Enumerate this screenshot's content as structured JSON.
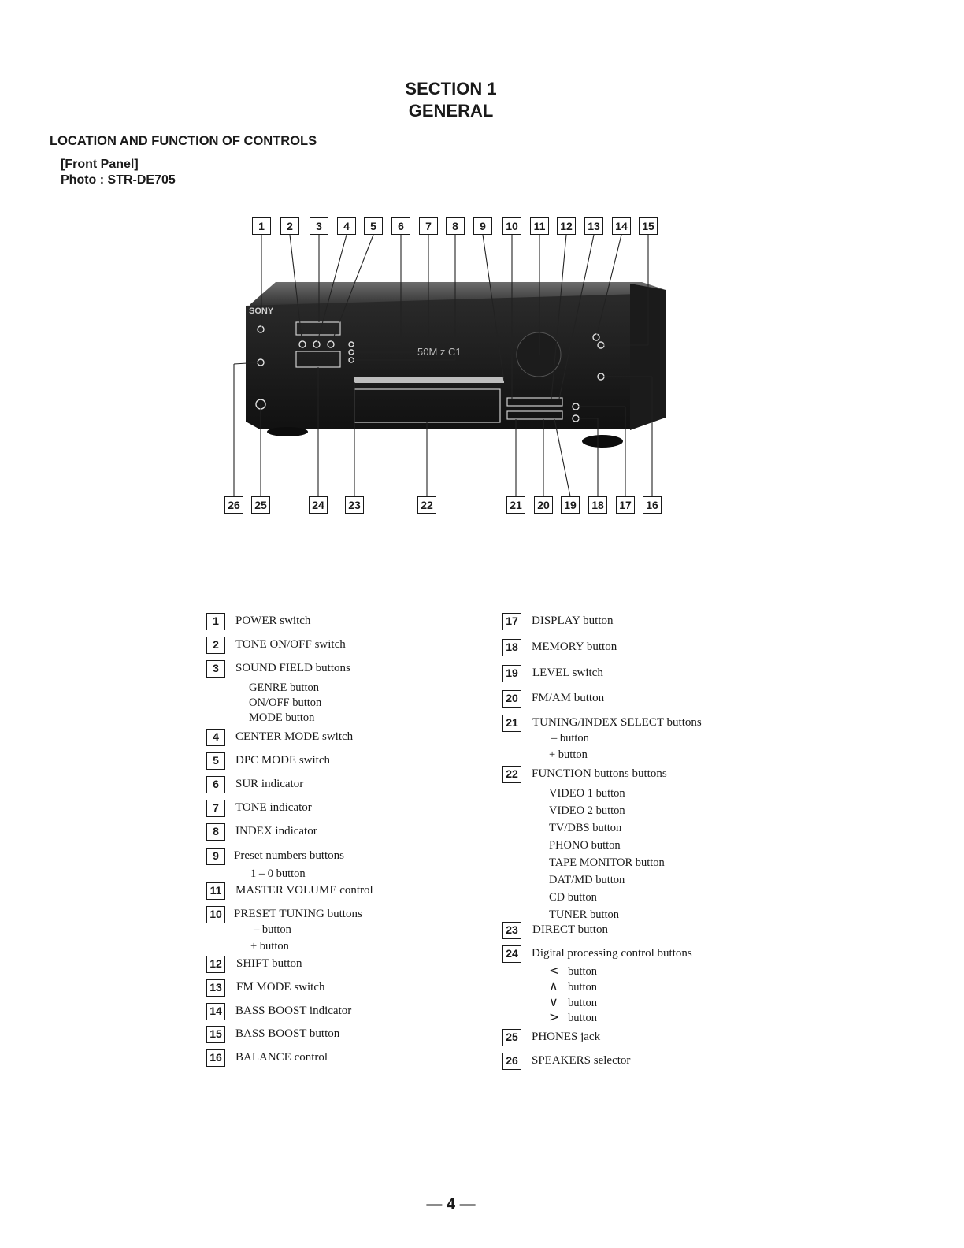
{
  "header": {
    "section": "SECTION 1",
    "title": "GENERAL"
  },
  "heading": "LOCATION AND FUNCTION OF CONTROLS",
  "panel_label": "[Front Panel]",
  "photo_label": "Photo : STR-DE705",
  "photo": {
    "brand_text": "SONY",
    "display_text": "50M z C1"
  },
  "callouts_top": [
    "1",
    "2",
    "3",
    "4",
    "5",
    "6",
    "7",
    "8",
    "9",
    "10",
    "11",
    "12",
    "13",
    "14",
    "15"
  ],
  "callouts_bottom": [
    "26",
    "25",
    "24",
    "23",
    "22",
    "21",
    "20",
    "19",
    "18",
    "17",
    "16"
  ],
  "left_list": [
    {
      "num": "1",
      "label": "POWER switch"
    },
    {
      "num": "2",
      "label": "TONE ON/OFF switch"
    },
    {
      "num": "3",
      "label": "SOUND FIELD buttons"
    },
    {
      "sub": "GENRE button"
    },
    {
      "sub": "ON/OFF button"
    },
    {
      "sub": "MODE button"
    },
    {
      "num": "4",
      "label": "CENTER MODE switch"
    },
    {
      "num": "5",
      "label": "DPC MODE switch"
    },
    {
      "num": "6",
      "label": "SUR indicator"
    },
    {
      "num": "7",
      "label": "TONE indicator"
    },
    {
      "num": "8",
      "label": "INDEX indicator"
    },
    {
      "num": "9",
      "label": "Preset numbers buttons"
    },
    {
      "sub": "1 – 0 button"
    },
    {
      "num": "11",
      "label": "MASTER VOLUME control"
    },
    {
      "num": "10",
      "label": "PRESET TUNING buttons"
    },
    {
      "sub": "– button"
    },
    {
      "sub": "+ button"
    },
    {
      "num": "12",
      "label": "SHIFT button"
    },
    {
      "num": "13",
      "label": "FM MODE switch"
    },
    {
      "num": "14",
      "label": "BASS BOOST indicator"
    },
    {
      "num": "15",
      "label": "BASS BOOST button"
    },
    {
      "num": "16",
      "label": "BALANCE control"
    }
  ],
  "right_list": [
    {
      "num": "17",
      "label": "DISPLAY button"
    },
    {
      "num": "18",
      "label": "MEMORY button"
    },
    {
      "num": "19",
      "label": "LEVEL switch"
    },
    {
      "num": "20",
      "label": "FM/AM button"
    },
    {
      "num": "21",
      "label": "TUNING/INDEX SELECT buttons"
    },
    {
      "sub": "– button"
    },
    {
      "sub": "+ button"
    },
    {
      "num": "22",
      "label": "FUNCTION buttons buttons"
    },
    {
      "sub": "VIDEO 1 button"
    },
    {
      "sub": "VIDEO 2 button"
    },
    {
      "sub": "TV/DBS button"
    },
    {
      "sub": "PHONO button"
    },
    {
      "sub": "TAPE MONITOR button"
    },
    {
      "sub": "DAT/MD button"
    },
    {
      "sub": "CD button"
    },
    {
      "sub": "TUNER button"
    },
    {
      "num": "23",
      "label": "DIRECT button"
    },
    {
      "num": "24",
      "label": "Digital processing control buttons"
    },
    {
      "glyph": "<",
      "sub": "button"
    },
    {
      "glyph": "∧",
      "sub": "button"
    },
    {
      "glyph": "∨",
      "sub": "button"
    },
    {
      "glyph": ">",
      "sub": "button"
    },
    {
      "num": "25",
      "label": "PHONES jack"
    },
    {
      "num": "26",
      "label": "SPEAKERS selector"
    }
  ],
  "footer": {
    "page": "— 4 —"
  }
}
